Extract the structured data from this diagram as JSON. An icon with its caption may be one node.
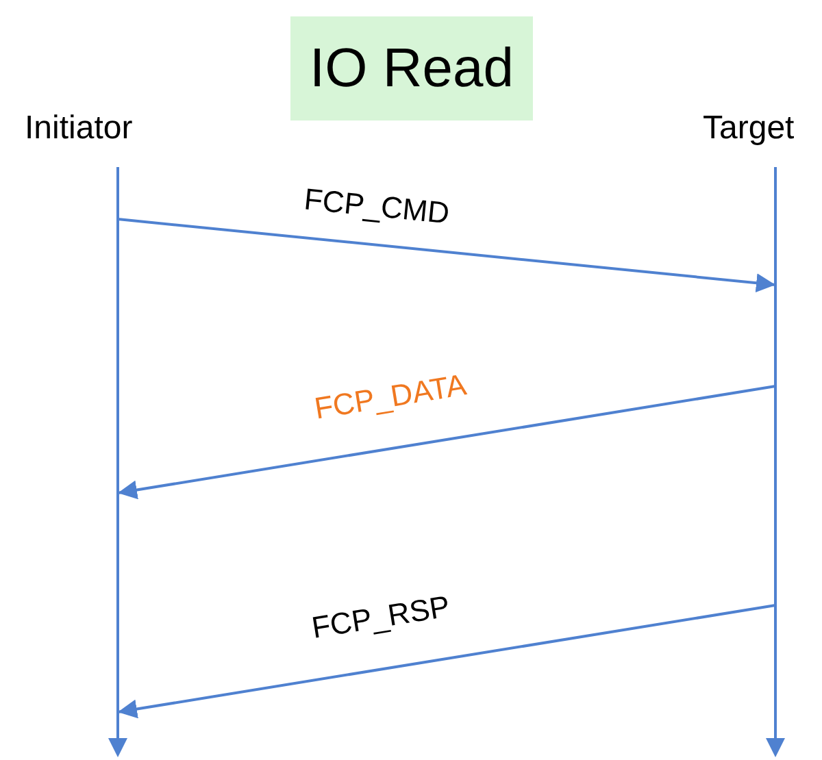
{
  "diagram": {
    "title": "IO Read",
    "nodes": [
      {
        "text": [
          "Initiator"
        ]
      },
      {
        "text": [
          "Target"
        ]
      }
    ],
    "edges": [
      {
        "from": 0,
        "to": 1,
        "arrow": "to",
        "label": "FCP_CMD"
      },
      {
        "from": 1,
        "to": 0,
        "arrow": "to",
        "label": "FCP_DATA"
      },
      {
        "from": 1,
        "to": 0,
        "arrow": "to",
        "label": "FCP_RSP"
      }
    ]
  }
}
